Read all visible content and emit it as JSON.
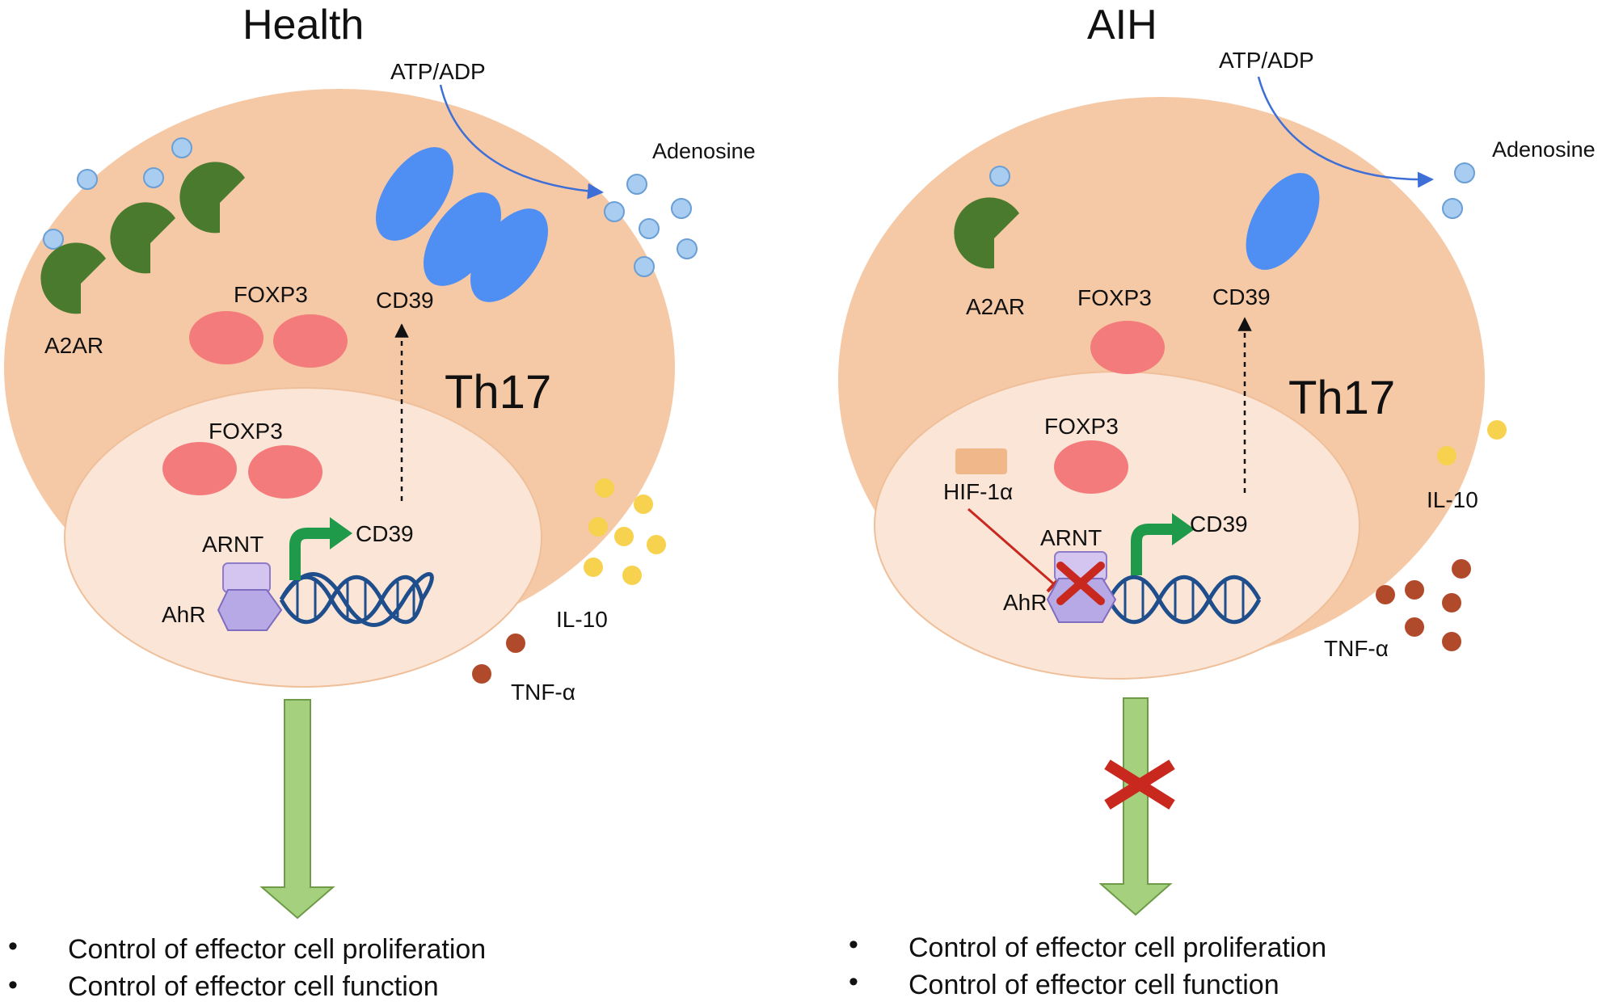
{
  "colors": {
    "cell": "#f6c9a6",
    "nucleus": "#fbe5d6",
    "foxp3": "#f47b7b",
    "cd39": "#4f8ef2",
    "a2ar": "#4a7a2e",
    "adenosine": "#a9cdf0",
    "il10": "#f7d24f",
    "tnf": "#b04a2a",
    "arrow_green": "#a5d07e",
    "cross": "#c8281e",
    "ahr": "#b7a8e6",
    "hif": "#f0b88a"
  },
  "health": {
    "title": "Health",
    "atp_adp": "ATP/ADP",
    "adenosine": "Adenosine",
    "a2ar": "A2AR",
    "foxp3_cyto": "FOXP3",
    "cd39_top": "CD39",
    "th17": "Th17",
    "foxp3_nuc": "FOXP3",
    "arnt": "ARNT",
    "cd39_gene": "CD39",
    "ahr": "AhR",
    "il10": "IL-10",
    "tnf": "TNF-α",
    "bullets": [
      "Control of effector cell proliferation",
      "Control of effector cell function"
    ]
  },
  "aih": {
    "title": "AIH",
    "atp_adp": "ATP/ADP",
    "adenosine": "Adenosine",
    "a2ar": "A2AR",
    "foxp3_cyto": "FOXP3",
    "cd39_top": "CD39",
    "th17": "Th17",
    "foxp3_nuc": "FOXP3",
    "hif": "HIF-1α",
    "arnt": "ARNT",
    "cd39_gene": "CD39",
    "ahr": "AhR",
    "il10": "IL-10",
    "tnf": "TNF-α",
    "bullets": [
      "Control of effector cell proliferation",
      "Control of effector cell function"
    ]
  },
  "bullet_char": "•"
}
